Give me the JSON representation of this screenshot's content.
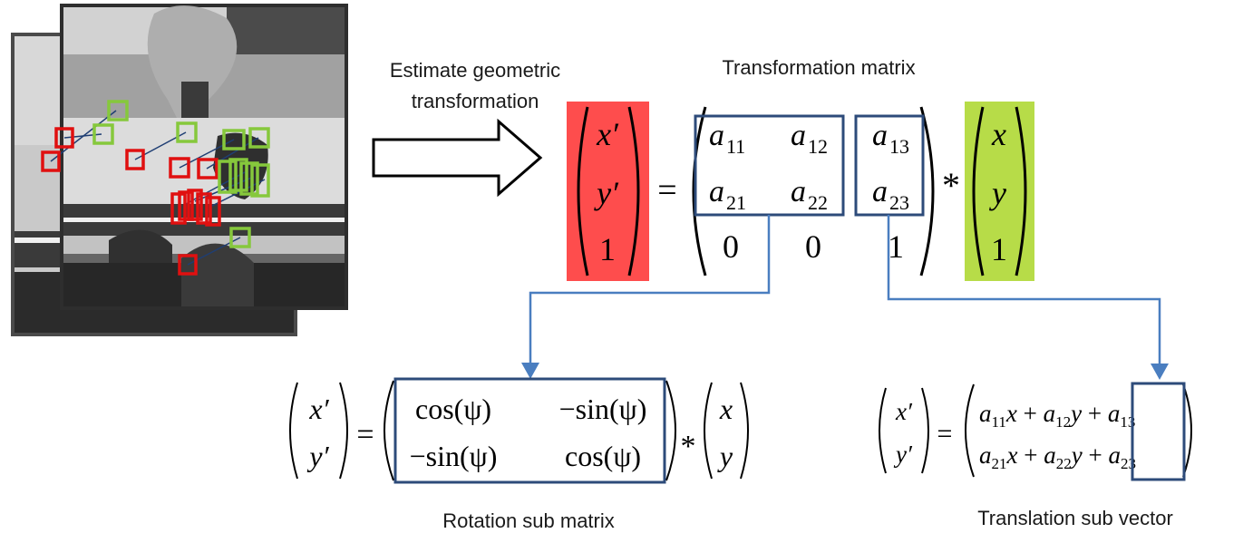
{
  "labels": {
    "estimate_line1": "Estimate geometric",
    "estimate_line2": "transformation",
    "transformation_matrix": "Transformation matrix",
    "rotation_sub_matrix": "Rotation sub matrix",
    "translation_sub_vector": "Translation sub vector"
  },
  "main_equation": {
    "lhs": [
      "x′",
      "y′",
      "1"
    ],
    "matrix": [
      [
        "a11",
        "a12",
        "a13"
      ],
      [
        "a21",
        "a22",
        "a23"
      ],
      [
        "0",
        "0",
        "1"
      ]
    ],
    "rhs": [
      "x",
      "y",
      "1"
    ],
    "operator": "*"
  },
  "rotation_equation": {
    "lhs": [
      "x′",
      "y′"
    ],
    "matrix": [
      [
        "cos(ψ)",
        "−sin(ψ)"
      ],
      [
        "−sin(ψ)",
        "cos(ψ)"
      ]
    ],
    "rhs": [
      "x",
      "y"
    ]
  },
  "translation_equation": {
    "lhs": [
      "x′",
      "y′"
    ],
    "rows": [
      "a11x + a12y + a13",
      "a21x + a22y + a23"
    ]
  },
  "colors": {
    "lhs_highlight": "#fe4d4d",
    "rhs_highlight": "#b7dc48",
    "box_stroke": "#2d4b7a",
    "connector": "#4a7ec0",
    "keypoint_red": "#e01010",
    "keypoint_green": "#86c83c"
  },
  "icons": {
    "arrow": "outline-right-arrow-icon",
    "frames": "overlapping-image-frames-icon"
  }
}
